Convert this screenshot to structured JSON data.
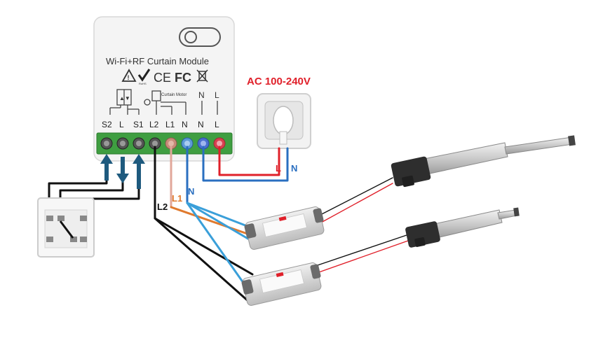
{
  "module": {
    "title": "Wi-Fi+RF Curtain Module",
    "motor_label": "Curtain Motor",
    "cert_marks": [
      "CE",
      "FC"
    ],
    "terminals": [
      "S2",
      "L",
      "S1",
      "L2",
      "L1",
      "N",
      "N",
      "L"
    ],
    "top_n": "N",
    "top_l": "L"
  },
  "power": {
    "label": "AC 100-240V",
    "wire_l": "L",
    "wire_n": "N"
  },
  "wires": {
    "l2": "L2",
    "l1": "L1",
    "n": "N"
  },
  "colors": {
    "module_body": "#f4f4f4",
    "terminal_green": "#3f9e41",
    "live_red": "#e0202a",
    "neutral_blue": "#2a6fc0",
    "wire_cyan": "#3a9fd9",
    "wire_orange": "#e07a2e",
    "switch_arrow": "#1e5a7e",
    "label_red": "#e0202a"
  }
}
